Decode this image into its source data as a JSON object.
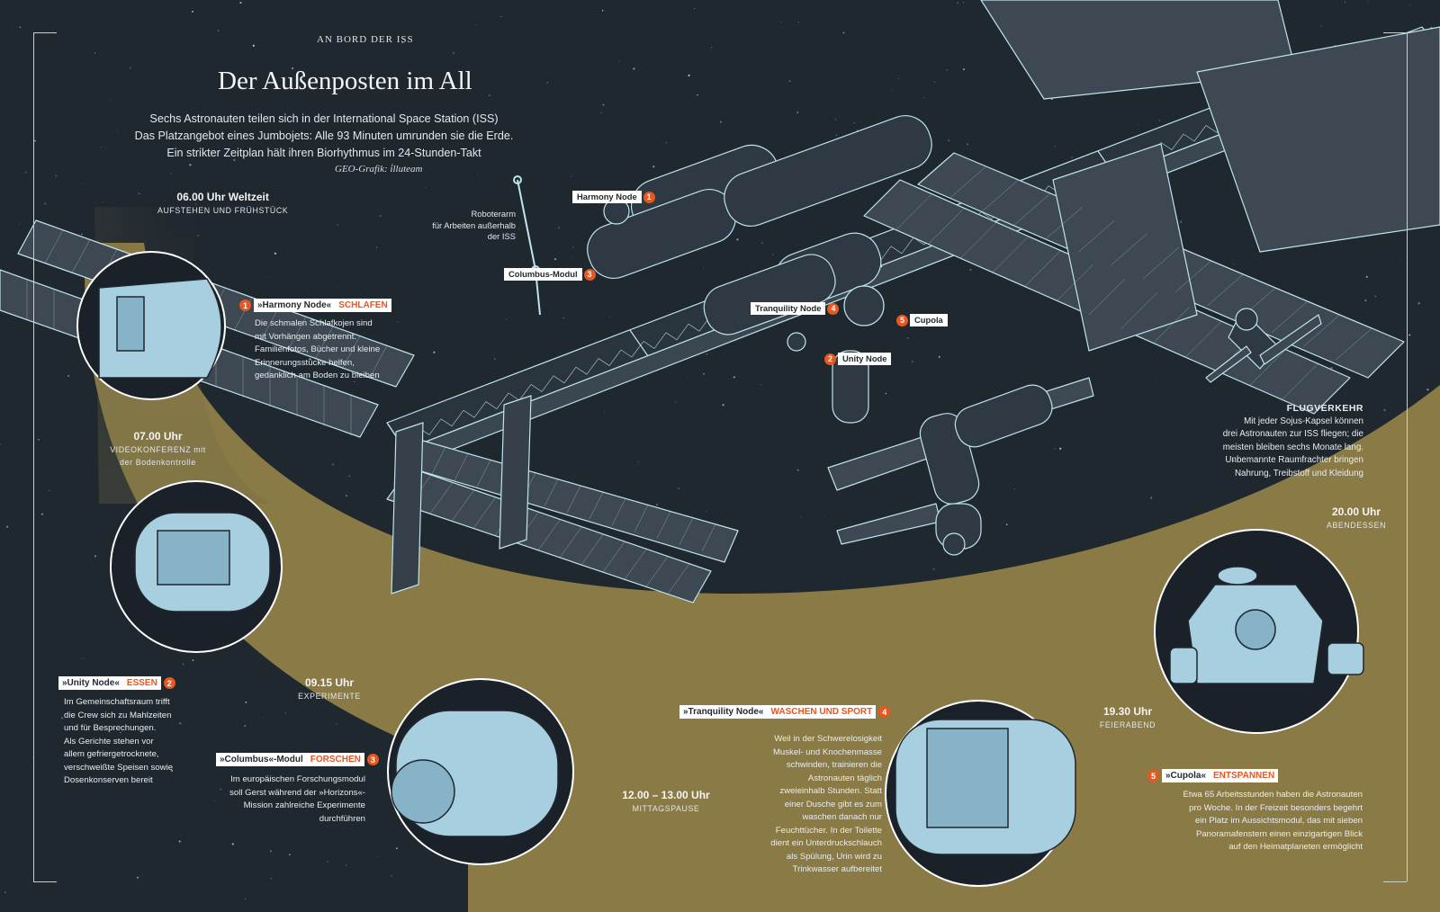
{
  "header": {
    "kicker": "AN BORD DER ISS",
    "title": "Der Außenposten im All",
    "intro": [
      "Sechs Astronauten teilen sich in der International Space Station (ISS)",
      "Das Platzangebot eines Jumbojets: Alle 93 Minuten umrunden sie die Erde.",
      "Ein strikter Zeitplan hält ihren Biorhythmus im 24-Stunden-Takt"
    ],
    "credit": "GEO-Grafik: illuteam"
  },
  "schedule": [
    {
      "time": "06.00 Uhr Weltzeit",
      "activity": [
        "AUFSTEHEN UND FRÜHSTÜCK"
      ]
    },
    {
      "time": "07.00 Uhr",
      "activity": [
        "VIDEOKONFERENZ mit",
        "der Bodenkontrolle"
      ]
    },
    {
      "time": "09.15 Uhr",
      "activity": [
        "EXPERIMENTE"
      ]
    },
    {
      "time": "12.00 – 13.00 Uhr",
      "activity": [
        "MITTAGSPAUSE"
      ]
    },
    {
      "time": "19.30 Uhr",
      "activity": [
        "FEIERABEND"
      ]
    },
    {
      "time": "20.00 Uhr",
      "activity": [
        "ABENDESSEN"
      ]
    }
  ],
  "callouts": [
    {
      "num": "1",
      "name": "»Harmony Node«",
      "action": "SCHLAFEN",
      "text": [
        "Die schmalen Schlafkojen sind",
        "mit Vorhängen abgetrennt.",
        "Familienfotos, Bücher und kleine",
        "Erinnerungsstücke helfen,",
        "gedanklich am Boden zu bleiben"
      ]
    },
    {
      "num": "2",
      "name": "»Unity Node«",
      "action": "ESSEN",
      "text": [
        "Im Gemeinschaftsraum trifft",
        "die Crew sich zu Mahlzeiten",
        "und für Besprechungen.",
        "Als Gerichte stehen vor",
        "allem gefriergetrocknete,",
        "verschweißte Speisen sowie",
        "Dosenkonserven bereit"
      ]
    },
    {
      "num": "3",
      "name": "»Columbus«-Modul",
      "action": "FORSCHEN",
      "text": [
        "Im europäischen Forschungsmodul",
        "soll Gerst während der »Horizons«-",
        "Mission zahlreiche Experimente",
        "durchführen"
      ]
    },
    {
      "num": "4",
      "name": "»Tranquility Node«",
      "action": "WASCHEN UND SPORT",
      "text": [
        "Weil in der Schwerelosigkeit",
        "Muskel- und Knochenmasse",
        "schwinden, trainieren die",
        "Astronauten täglich",
        "zweieinhalb Stunden. Statt",
        "einer Dusche gibt es zum",
        "waschen danach nur",
        "Feuchttücher. In der Toilette",
        "dient ein Unterdruckschlauch",
        "als Spülung, Urin wird zu",
        "Trinkwasser aufbereitet"
      ]
    },
    {
      "num": "5",
      "name": "»Cupola«",
      "action": "ENTSPANNEN",
      "text": [
        "Etwa 65 Arbeitsstunden haben die Astronauten",
        "pro Woche. In der Freizeit besonders begehrt",
        "ein Platz im Aussichtsmodul, das mit sieben",
        "Panoramafenstern einen einzigartigen Blick",
        "auf den Heimatplaneten ermöglicht"
      ]
    }
  ],
  "module_tags": [
    {
      "label": "Harmony Node",
      "num": "1"
    },
    {
      "label": "Columbus-Modul",
      "num": "3"
    },
    {
      "label": "Tranquility Node",
      "num": "4"
    },
    {
      "label": "Cupola",
      "num": "5"
    },
    {
      "label": "Unity Node",
      "num": "2"
    }
  ],
  "robot_arm": [
    "Roboterarm",
    "für Arbeiten außerhalb",
    "der ISS"
  ],
  "flugverkehr": {
    "heading": "FLUGVERKEHR",
    "text": [
      "Mit jeder Sojus-Kapsel können",
      "drei Astronauten zur ISS fliegen; die",
      "meisten bleiben sechs Monate lang.",
      "Unbemannte Raumfrachter bringen",
      "Nahrung, Treibstoff und Kleidung"
    ]
  },
  "colors": {
    "background": "#1f272f",
    "path": "#8a7a45",
    "module_fill": "#a8cfe0",
    "line": "#bfe4ee",
    "accent": "#e8571f"
  }
}
